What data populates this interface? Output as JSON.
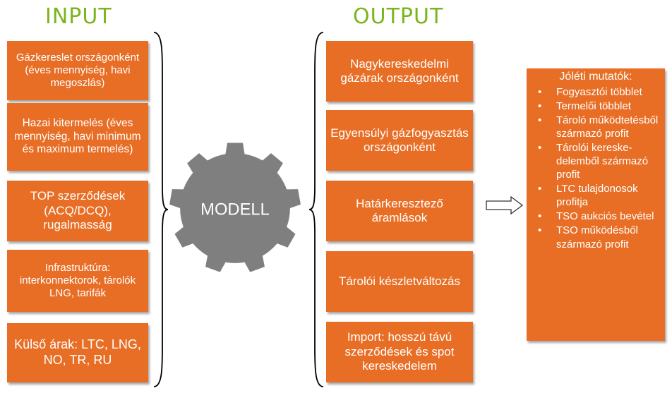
{
  "headings": {
    "input": "INPUT",
    "output": "OUTPUT"
  },
  "model_label": "MODELL",
  "inputs": [
    "Gázkereslet országonként (éves mennyiség, havi megoszlás)",
    "Hazai kitermelés (éves mennyiség, havi minimum és maximum termelés)",
    "TOP szerződések (ACQ/DCQ), rugalmasság",
    "Infrastruktúra: interkonnektorok, tárolók LNG, tarifák",
    "Külső árak: LTC, LNG, NO, TR, RU"
  ],
  "outputs": [
    "Nagykereskedelmi gázárak országonként",
    "Egyensúlyi gázfogyasztás országonként",
    "Határkeresztező áramlások",
    "Tárolói készletváltozás",
    "Import: hosszú távú szerződések és spot kereskedelem"
  ],
  "welfare": {
    "title": "Jóléti mutatók:",
    "items": [
      "Fogyasztói többlet",
      "Termelői többlet",
      "Tároló működtetésből származó profit",
      "Tárolói kereske-delemből származó profit",
      "LTC tulajdonosok profitja",
      "TSO aukciós bevétel",
      "TSO működésből származó profit"
    ]
  },
  "colors": {
    "box": "#e86e26",
    "heading": "#7ab51d",
    "gear": "#7f7f7f"
  }
}
